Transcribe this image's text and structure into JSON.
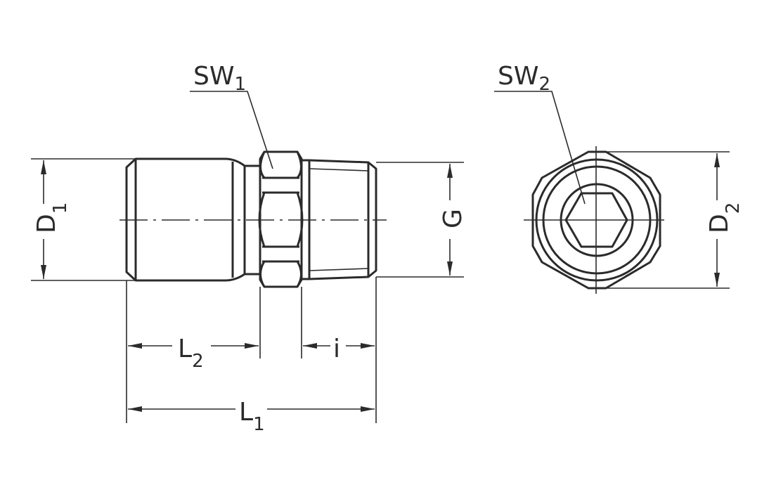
{
  "drawing": {
    "labels": {
      "sw1": {
        "main": "SW",
        "sub": "1"
      },
      "sw2": {
        "main": "SW",
        "sub": "2"
      },
      "d1": {
        "main": "D",
        "sub": "1"
      },
      "d2": {
        "main": "D",
        "sub": "2"
      },
      "g": {
        "main": "G"
      },
      "l1": {
        "main": "L",
        "sub": "1"
      },
      "l2": {
        "main": "L",
        "sub": "2"
      },
      "i": {
        "main": "i"
      }
    },
    "line_color": "#2b2b2b"
  }
}
